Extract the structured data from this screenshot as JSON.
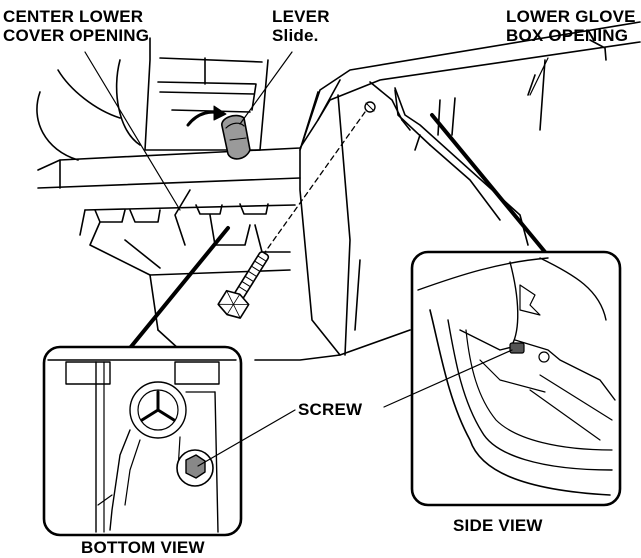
{
  "labels": {
    "center_lower_cover_opening": [
      "CENTER LOWER",
      "COVER OPENING"
    ],
    "lever": [
      "LEVER",
      "Slide."
    ],
    "lower_glove_box_opening": [
      "LOWER GLOVE",
      "BOX OPENING"
    ],
    "screw": "SCREW",
    "side_view": "SIDE VIEW",
    "bottom_view": "BOTTOM VIEW"
  },
  "colors": {
    "line": "#000000",
    "fill": "#ffffff",
    "shade": "#9a9a9a",
    "dark": "#4a4a4a"
  }
}
